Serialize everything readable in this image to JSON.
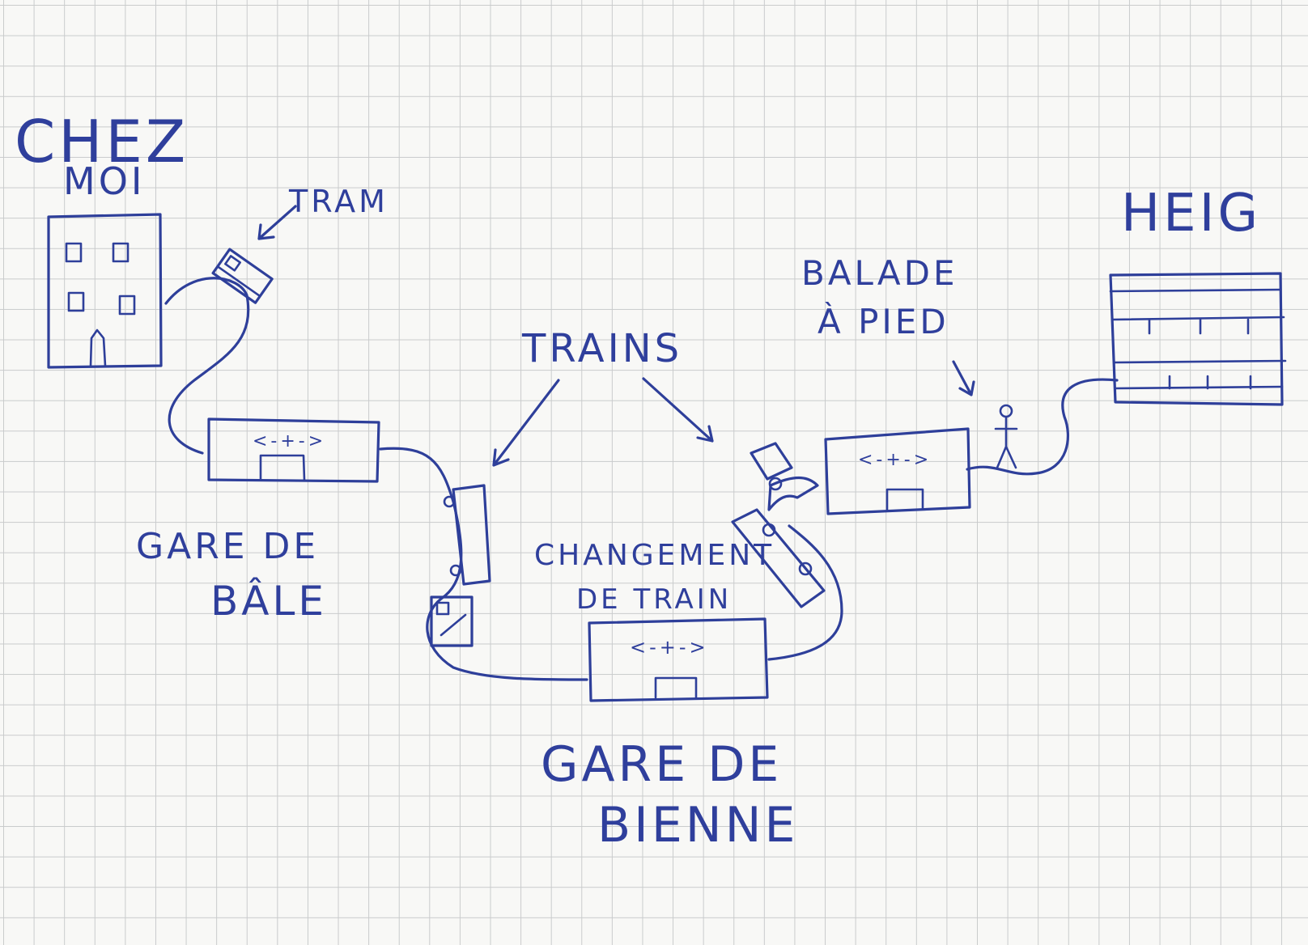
{
  "labels": {
    "home_line1": "CHEZ",
    "home_line2": "MOI",
    "tram": "TRAM",
    "trains": "TRAINS",
    "basel_line1": "GARE DE",
    "basel_line2": "BÂLE",
    "change_line1": "CHANGEMENT",
    "change_line2": "DE TRAIN",
    "biel_line1": "GARE DE",
    "biel_line2": "BIENNE",
    "walk_line1": "BALADE",
    "walk_line2": "À PIED",
    "school": "HEIG"
  },
  "station_sign": "<-+->",
  "colors": {
    "ink": "#2e3f9a",
    "paper": "#f8f8f6",
    "grid": "#c9cbcc"
  }
}
